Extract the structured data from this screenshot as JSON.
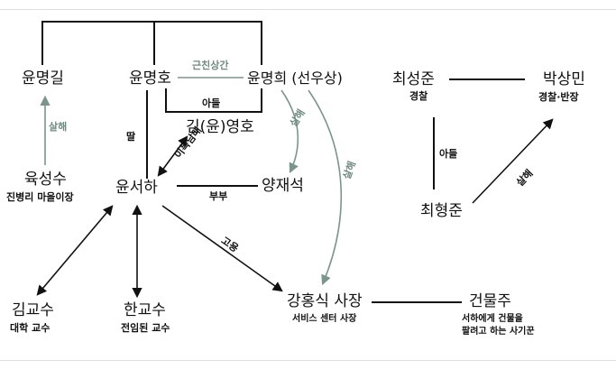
{
  "colors": {
    "line": "#111111",
    "accent": "#7a968a"
  },
  "nodes": {
    "yun_myeonggil": "윤명길",
    "yun_myeongho": "윤명호",
    "yun_myeonghui": "윤명희 (선우상)",
    "kim_yun_yeongho": "김(윤)영호",
    "yuk_seongsu": "육성수",
    "yuk_seongsu_sub": "진병리 마을이장",
    "yun_seoha": "윤서하",
    "yang_jaeseok": "양재석",
    "choi_seongjun": "최성준",
    "choi_seongjun_sub": "경찰",
    "park_sangmin": "박상민",
    "park_sangmin_sub": "경찰·반장",
    "choi_hyeongjun": "최형준",
    "kim_gyosu": "김교수",
    "kim_gyosu_sub": "대학 교수",
    "han_gyosu": "한교수",
    "han_gyosu_sub": "전임된 교수",
    "kang_hongsik": "강홍식 사장",
    "kang_hongsik_sub": "서비스 센터 사장",
    "geonmulju": "건물주",
    "geonmulju_sub_1": "서하에게 건물을",
    "geonmulju_sub_2": "팔려고 하는 사기꾼"
  },
  "edges": {
    "sibling_rival": "근친상간",
    "son_1": "아들",
    "daughter": "딸",
    "half_siblings": "이복남매",
    "murder_1": "살해",
    "murder_2": "살해",
    "murder_3": "살해",
    "murder_4": "살해",
    "spouse": "부부",
    "employment": "고용",
    "son_2": "아들"
  }
}
